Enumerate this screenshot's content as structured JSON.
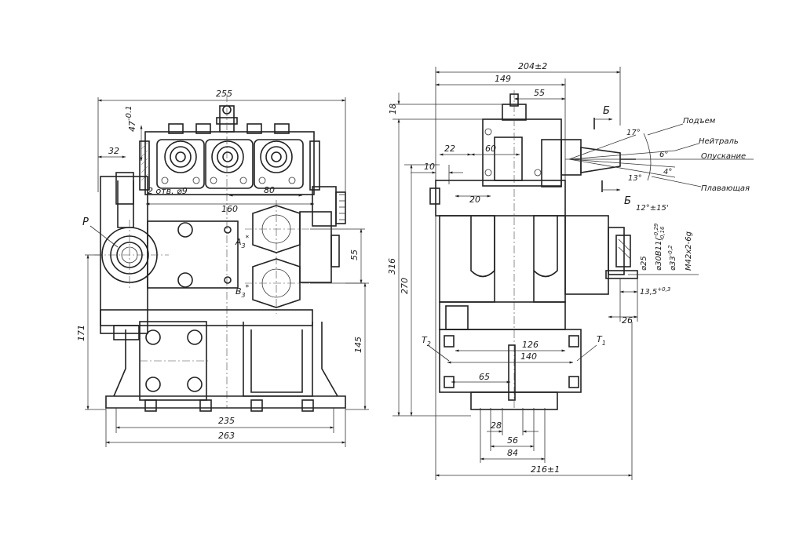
{
  "drawing": {
    "left_view": {
      "dims": {
        "overall_width": "255",
        "top_offset": "47",
        "top_offset_tol": "-0.1",
        "left_offset": "32",
        "holes": "2 отв. ⌀9",
        "inner_80": "80",
        "inner_160": "160",
        "port_spacing": "55",
        "height_171": "171",
        "height_145": "145",
        "base_235": "235",
        "base_263": "263"
      },
      "labels": {
        "port_p": "P",
        "port_a": "A",
        "port_a_sub": "3",
        "port_b": "B",
        "port_b_sub": "3",
        "star": "*"
      }
    },
    "right_view": {
      "dims": {
        "overall_204": "204±2",
        "width_149": "149",
        "width_55": "55",
        "top_18": "18",
        "w_22": "22",
        "w_60": "60",
        "w_10": "10",
        "w_20": "20",
        "height_316": "316",
        "height_270": "270",
        "angle_12": "12°±15'",
        "dia_30": "⌀30В11(",
        "dia_30_tol_up": "-0,29",
        "dia_30_tol_low": "-0,16",
        "dia_25": "⌀25",
        "dia_33": "⌀33",
        "dia_33_tol": "-0,2",
        "thread": "M42x2-6g",
        "len_13_5": "13,5",
        "len_13_5_tol": "+0,3",
        "len_26": "26",
        "w_126": "126",
        "w_140": "140",
        "w_65": "65",
        "w_28": "28",
        "w_56": "56",
        "w_84": "84",
        "overall_216": "216±1"
      },
      "labels": {
        "t2": "T",
        "t2_sub": "2",
        "t1": "T",
        "t1_sub": "1",
        "section_b_top": "Б",
        "section_b_mid": "Б"
      },
      "lever": {
        "angle_17": "17°",
        "angle_6": "6°",
        "angle_4": "4°",
        "angle_13": "13°",
        "pos_lift": "Подъем",
        "pos_neutral": "Нейтраль",
        "pos_lower": "Опускание",
        "pos_float": "Плавающая"
      }
    }
  }
}
